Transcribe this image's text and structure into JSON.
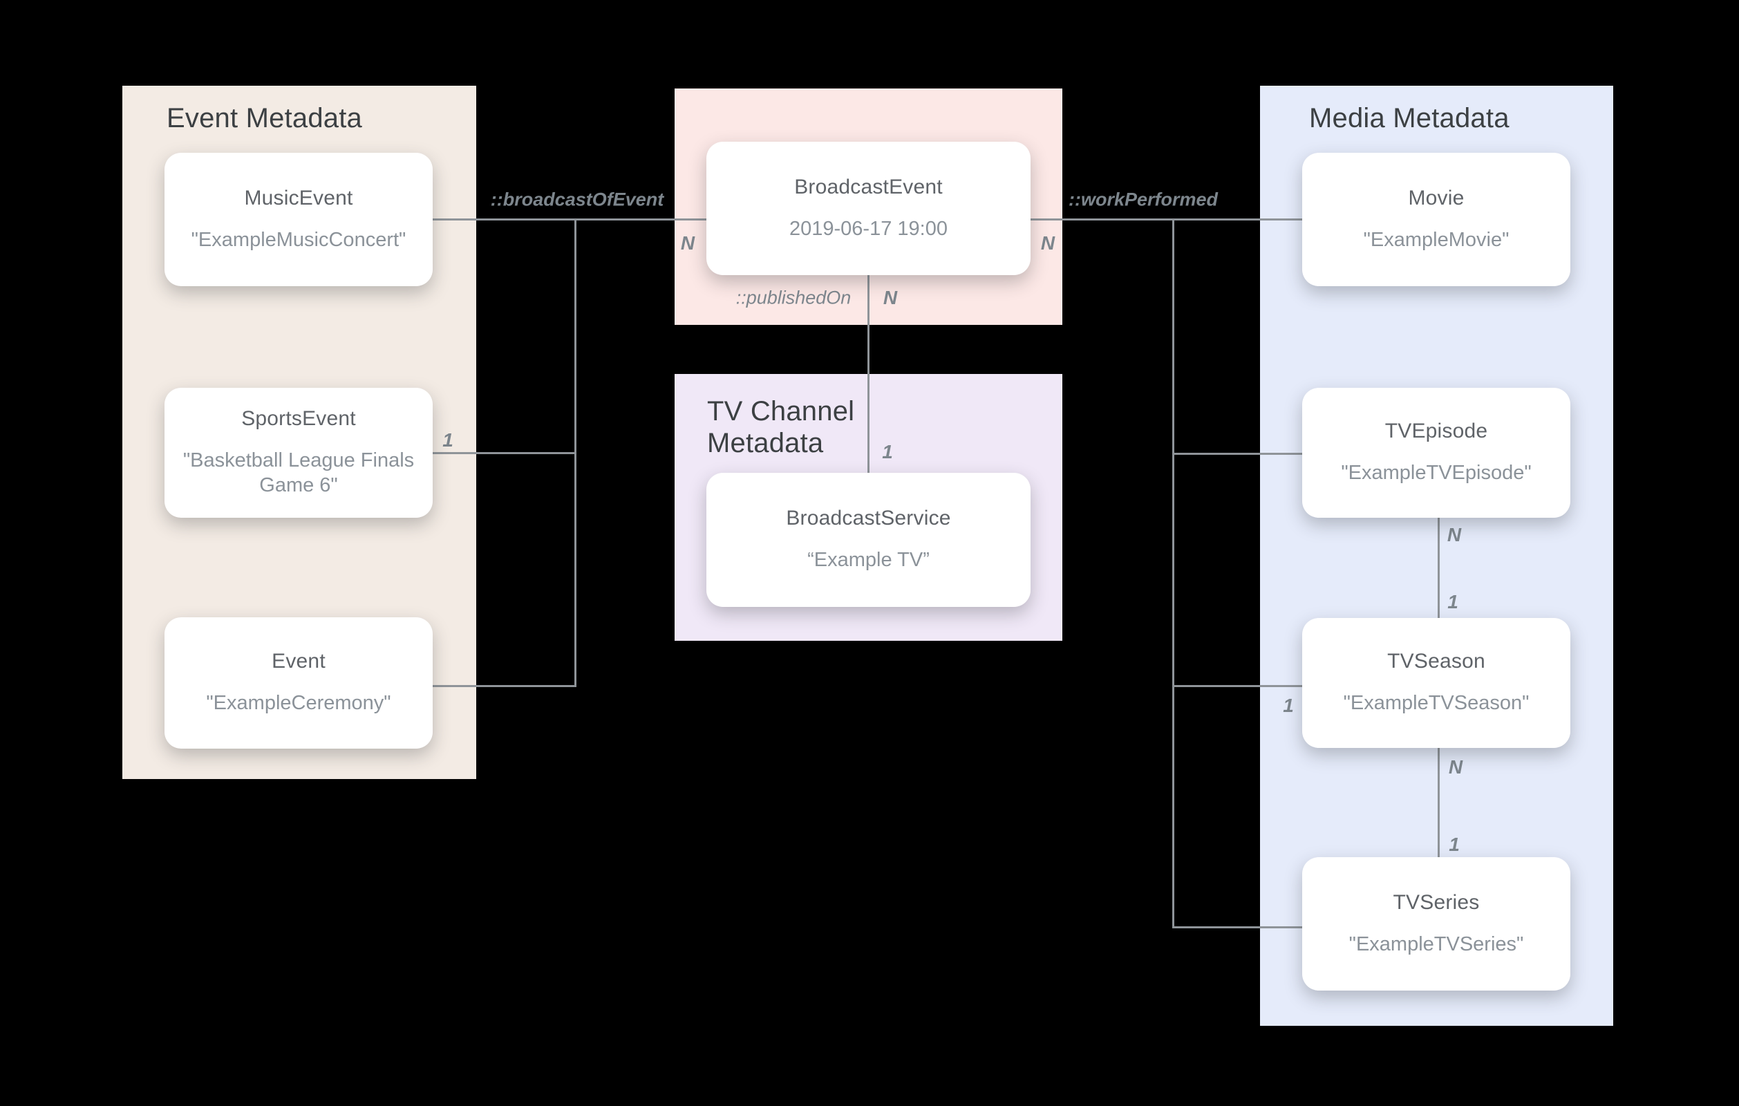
{
  "panels": {
    "event": {
      "title": "Event Metadata"
    },
    "tv_channel": {
      "title": "TV Channel Metadata"
    },
    "media": {
      "title": "Media Metadata"
    }
  },
  "nodes": {
    "music_event": {
      "type": "MusicEvent",
      "value": "\"ExampleMusicConcert\""
    },
    "sports_event": {
      "type": "SportsEvent",
      "value": "\"Basketball League Finals Game 6\""
    },
    "event": {
      "type": "Event",
      "value": "\"ExampleCeremony\""
    },
    "broadcast_event": {
      "type": "BroadcastEvent",
      "value": "2019-06-17 19:00"
    },
    "broadcast_service": {
      "type": "BroadcastService",
      "value": "“Example TV”"
    },
    "movie": {
      "type": "Movie",
      "value": "\"ExampleMovie\""
    },
    "tv_episode": {
      "type": "TVEpisode",
      "value": "\"ExampleTVEpisode\""
    },
    "tv_season": {
      "type": "TVSeason",
      "value": "\"ExampleTVSeason\""
    },
    "tv_series": {
      "type": "TVSeries",
      "value": "\"ExampleTVSeries\""
    }
  },
  "labels": {
    "broadcast_of_event": "::broadcastOfEvent",
    "published_on": "::publishedOn",
    "work_performed": "::workPerformed",
    "n": "N",
    "one": "1"
  },
  "colors": {
    "background": "#000000",
    "panel_event": "#f3ebe4",
    "panel_broadcast": "#fce8e6",
    "panel_tv": "#f0e8f7",
    "panel_media": "#e5ebfa",
    "node_bg": "#ffffff",
    "line": "#8f9499",
    "header_text": "#3c4043",
    "node_title": "#5f6368",
    "node_value": "#8b9299",
    "edge_label": "#7d868d"
  }
}
